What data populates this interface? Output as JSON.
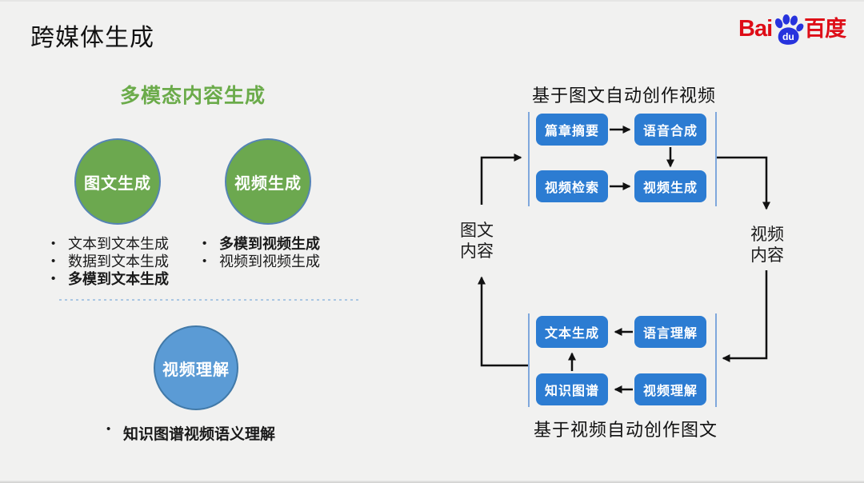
{
  "title": "跨媒体生成",
  "logo": {
    "bai": "Bai",
    "du": "du",
    "baidu_cn": "百度",
    "red": "#de0d17",
    "blue": "#2733dd"
  },
  "left": {
    "heading": "多模态内容生成",
    "heading_color": "#6bab4a",
    "circle_green_color": "#6ca84f",
    "circle_blue_color": "#5b9bd5",
    "circle_text_generation": "图文生成",
    "circle_video_generation": "视频生成",
    "circle_video_understanding": "视频理解",
    "bullets_text_gen": [
      {
        "text": "文本到文本生成",
        "bold": false
      },
      {
        "text": "数据到文本生成",
        "bold": false
      },
      {
        "text": "多模到文本生成",
        "bold": true
      }
    ],
    "bullets_video_gen": [
      {
        "text": "多模到视频生成",
        "bold": true
      },
      {
        "text": "视频到视频生成",
        "bold": false
      }
    ],
    "bullet_understanding": "知识图谱视频语义理解"
  },
  "right": {
    "top_heading": "基于图文自动创作视频",
    "bottom_heading": "基于视频自动创作图文",
    "box_color": "#2c7cd2",
    "top_boxes": [
      "篇章摘要",
      "语音合成",
      "视频检索",
      "视频生成"
    ],
    "bottom_boxes": [
      "文本生成",
      "语言理解",
      "知识图谱",
      "视频理解"
    ],
    "node_left_line1": "图文",
    "node_left_line2": "内容",
    "node_right_line1": "视频",
    "node_right_line2": "内容"
  }
}
